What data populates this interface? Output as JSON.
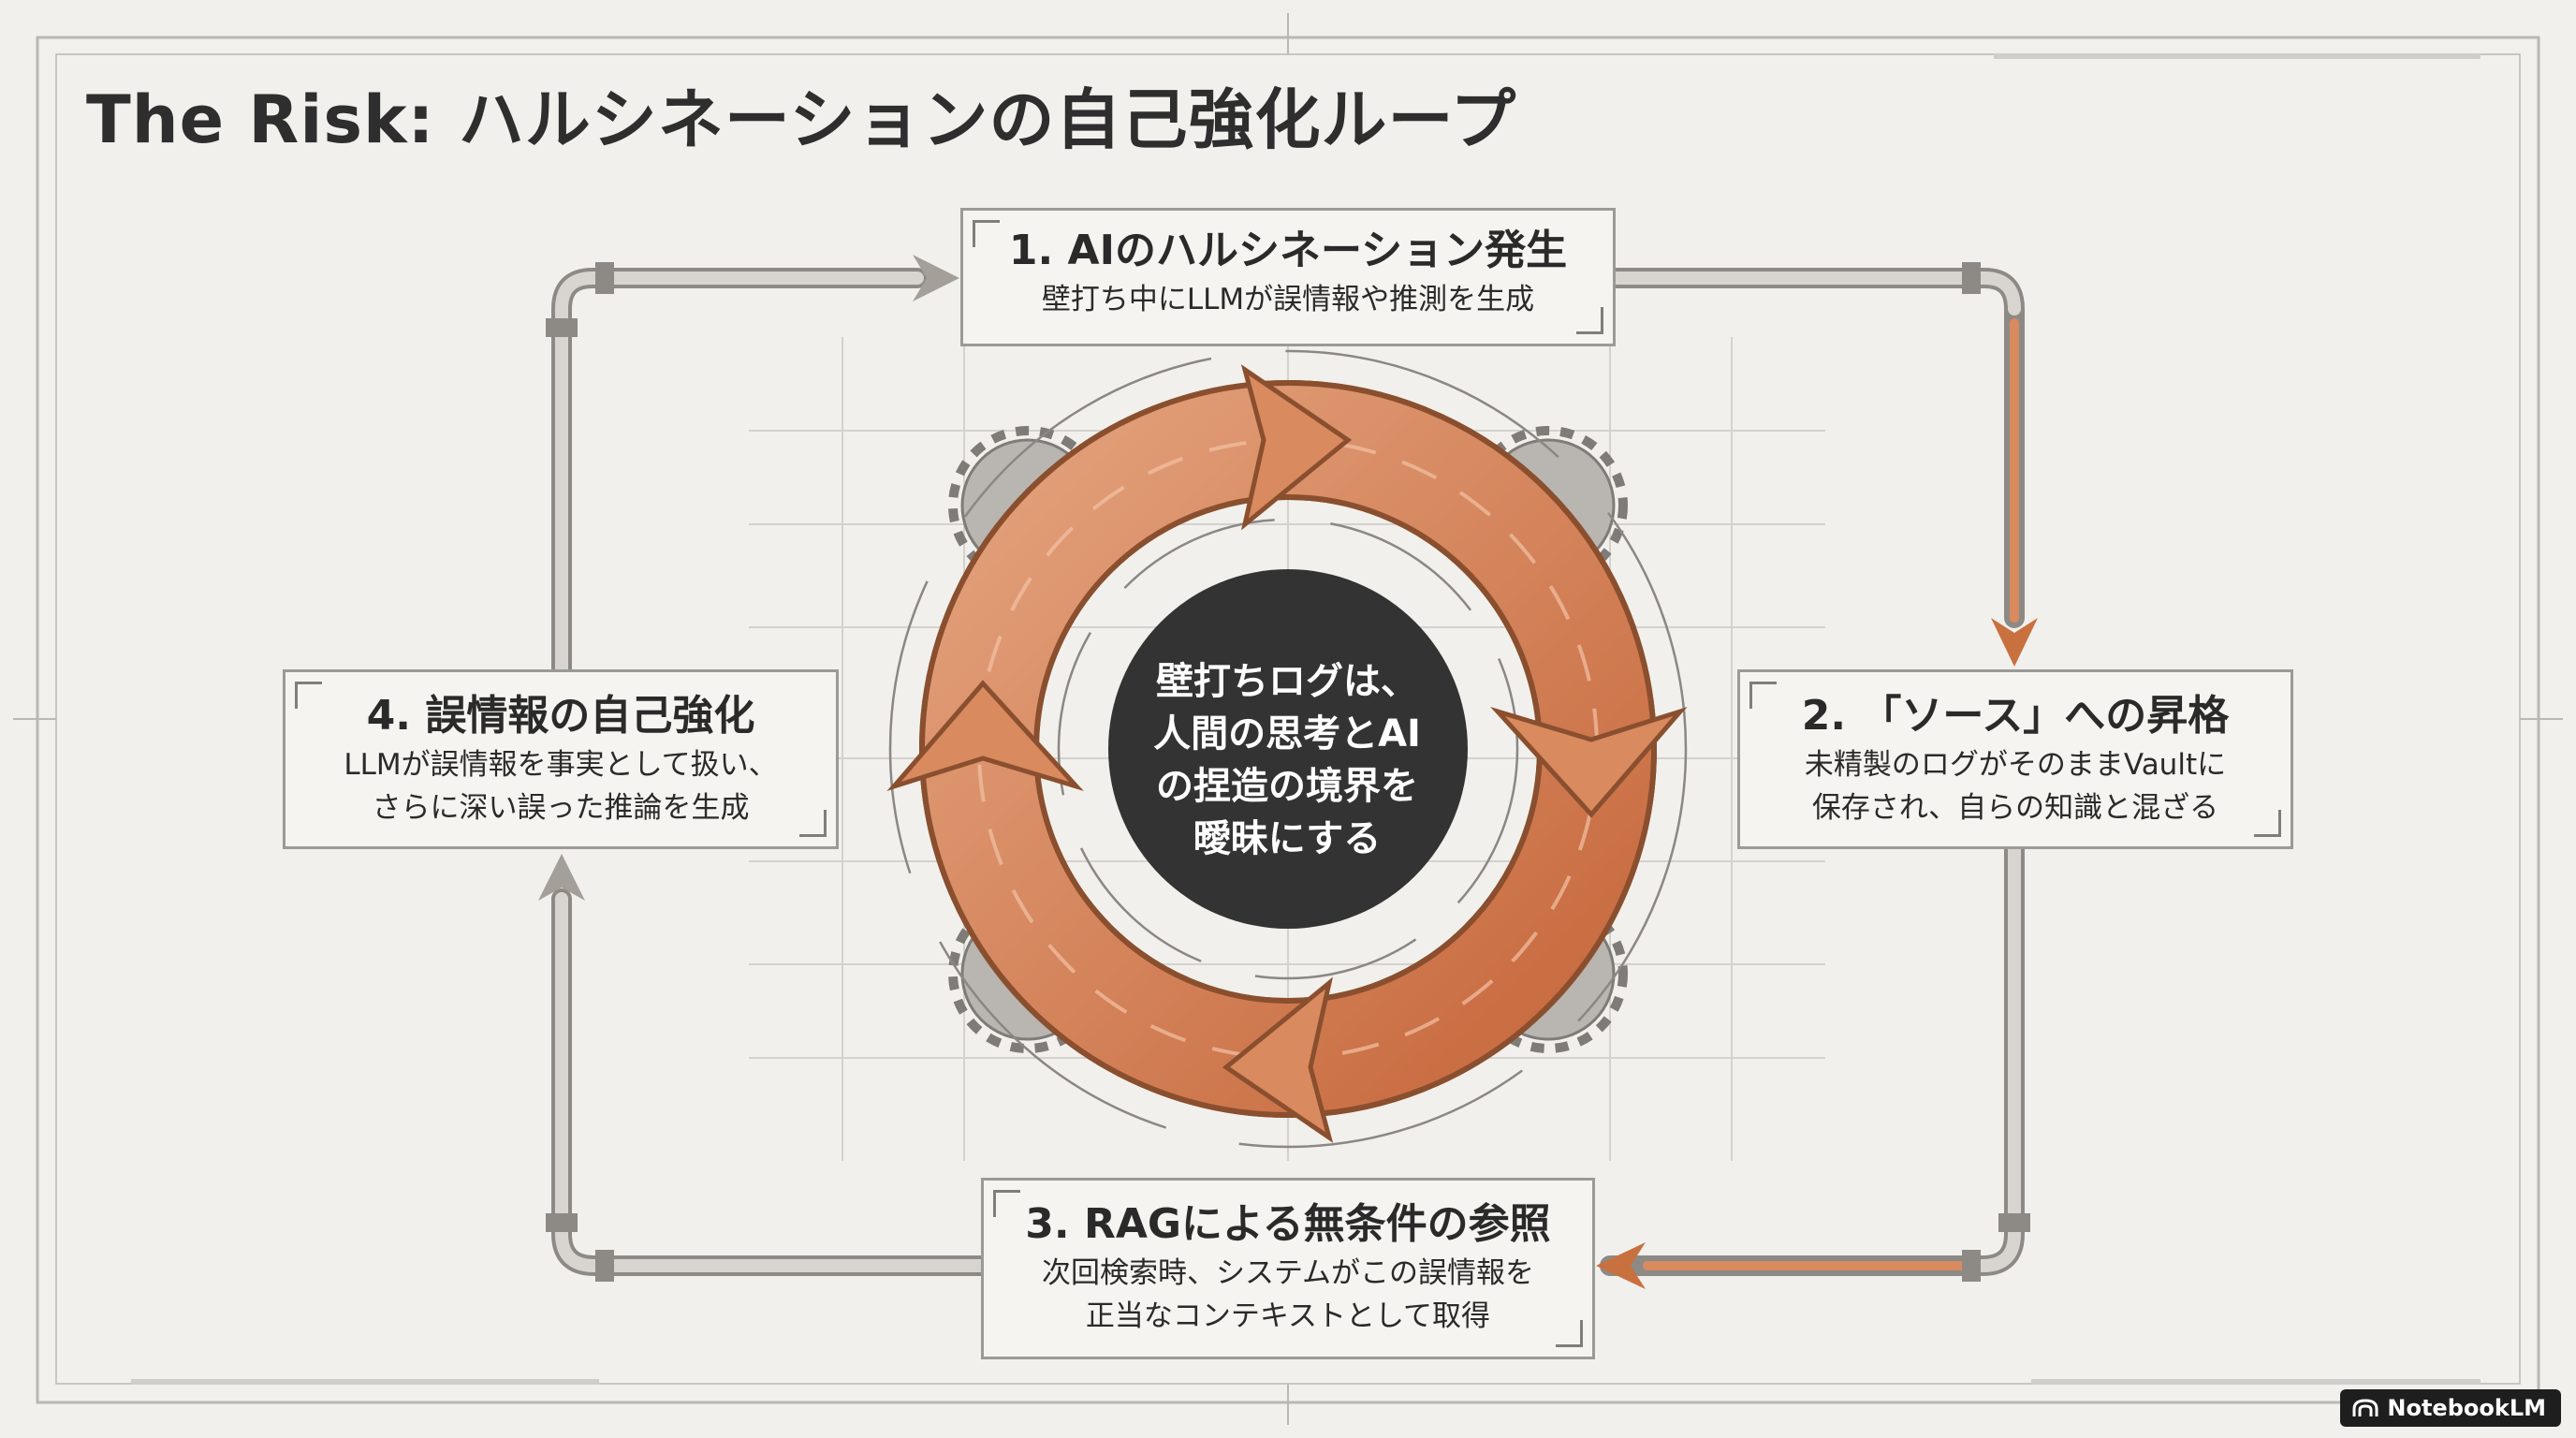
{
  "title": "The Risk: ハルシネーションの自己強化ループ",
  "center": "壁打ちログは、\n人間の思考とAI\nの捏造の境界を\n曖昧にする",
  "steps": [
    {
      "heading": "1. AIのハルシネーション発生",
      "desc": "壁打ち中にLLMが誤情報や推測を生成"
    },
    {
      "heading": "2. 「ソース」への昇格",
      "desc": "未精製のログがそのままVaultに\n保存され、自らの知識と混ざる"
    },
    {
      "heading": "3. RAGによる無条件の参照",
      "desc": "次回検索時、システムがこの誤情報を\n正当なコンテキストとして取得"
    },
    {
      "heading": "4. 誤情報の自己強化",
      "desc": "LLMが誤情報を事実として扱い、\nさらに深い誤った推論を生成"
    }
  ],
  "badge": "NotebookLM",
  "icons": {
    "badge": "notebooklm-logo-icon",
    "gear": "gear-icon"
  },
  "colors": {
    "copper": "#d98a5f",
    "copper_dark": "#8a4f2e",
    "pipe": "#c9c5c0",
    "center": "#333333"
  }
}
